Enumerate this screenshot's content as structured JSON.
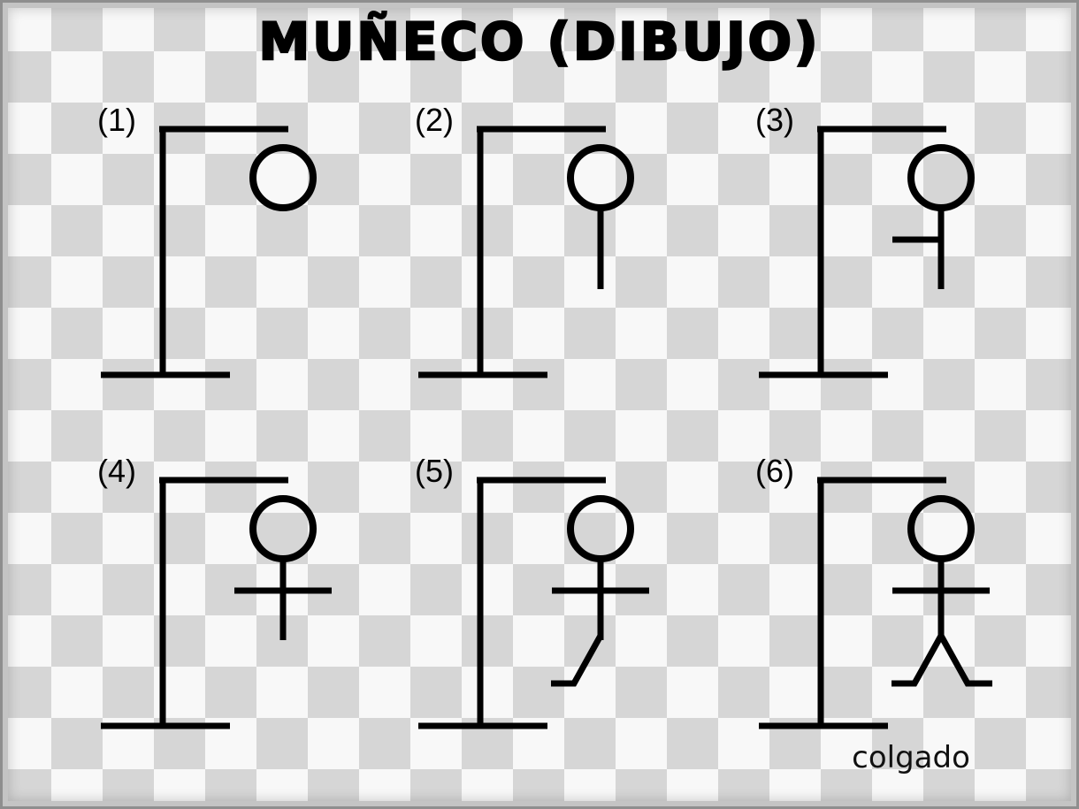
{
  "title": "MUÑECO (DIBUJO)",
  "panels": [
    {
      "number": "(1)",
      "parts": [
        "head"
      ]
    },
    {
      "number": "(2)",
      "parts": [
        "head",
        "body"
      ]
    },
    {
      "number": "(3)",
      "parts": [
        "head",
        "body",
        "left-arm"
      ]
    },
    {
      "number": "(4)",
      "parts": [
        "head",
        "body",
        "left-arm",
        "right-arm"
      ]
    },
    {
      "number": "(5)",
      "parts": [
        "head",
        "body",
        "left-arm",
        "right-arm",
        "left-leg"
      ]
    },
    {
      "number": "(6)",
      "parts": [
        "head",
        "body",
        "left-arm",
        "right-arm",
        "left-leg",
        "right-leg"
      ]
    }
  ],
  "caption": "colgado",
  "colors": {
    "ink": "#000000",
    "checker_light": "#f8f8f8",
    "checker_dark": "#d6d6d6"
  }
}
